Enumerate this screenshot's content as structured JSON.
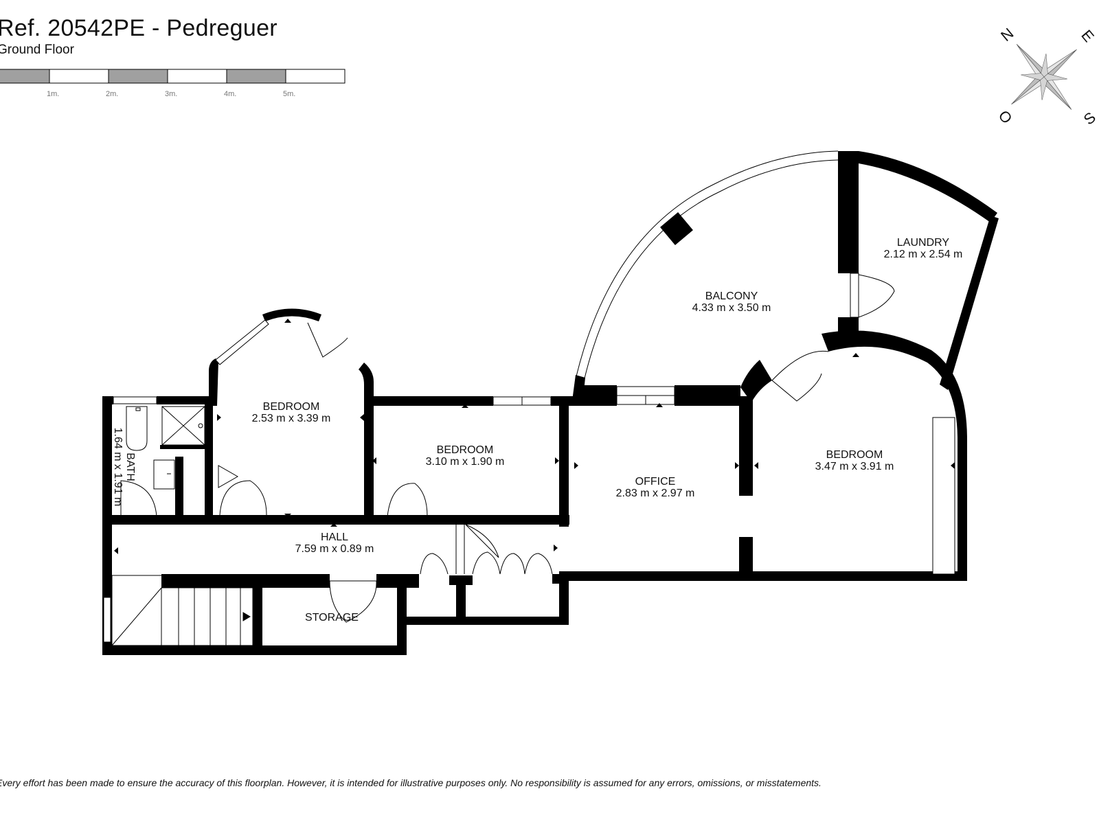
{
  "header": {
    "title": "Ref. 20542PE - Pedreguer",
    "floor": "Ground Floor"
  },
  "scale_bar": {
    "labels": [
      "1m.",
      "2m.",
      "3m.",
      "4m.",
      "5m."
    ]
  },
  "compass": {
    "n": "N",
    "e": "E",
    "s": "S",
    "o": "O"
  },
  "rooms": {
    "balcony": {
      "name": "BALCONY",
      "dims": "4.33 m x 3.50 m"
    },
    "laundry": {
      "name": "LAUNDRY",
      "dims": "2.12 m x 2.54 m"
    },
    "bedroom1": {
      "name": "BEDROOM",
      "dims": "2.53 m x 3.39 m"
    },
    "bedroom2": {
      "name": "BEDROOM",
      "dims": "3.10 m x 1.90 m"
    },
    "bedroom3": {
      "name": "BEDROOM",
      "dims": "3.47 m x 3.91 m"
    },
    "office": {
      "name": "OFFICE",
      "dims": "2.83 m x 2.97 m"
    },
    "bath": {
      "name": "BATH",
      "dims": "1.64 m x 1.91 m"
    },
    "hall": {
      "name": "HALL",
      "dims": "7.59 m x 0.89 m"
    },
    "storage": {
      "name": "STORAGE"
    }
  },
  "footer": {
    "disclaimer": "Every effort has been made to ensure the accuracy of this floorplan. However, it is intended for illustrative purposes only. No responsibility is assumed for any errors, omissions, or misstatements."
  },
  "colors": {
    "wall": "#000000",
    "scale_gray": "#a0a0a0",
    "compass_gray": "#bdbdbd"
  }
}
